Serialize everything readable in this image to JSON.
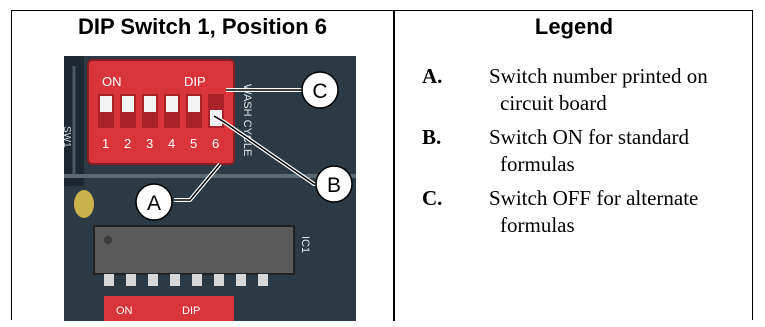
{
  "photo_title": "DIP Switch 1, Position 6",
  "legend_title": "Legend",
  "photo": {
    "switch_on_label": "ON",
    "switch_dip_label": "DIP",
    "switch_numbers": [
      "1",
      "2",
      "3",
      "4",
      "5",
      "6"
    ],
    "board_text": "WASH CYCLE",
    "switch_label_bottom": "SW1",
    "lower_on_label": "ON",
    "lower_dip_label": "DIP",
    "ic_label": "IC1",
    "callouts": [
      "A",
      "B",
      "C"
    ]
  },
  "legend": [
    {
      "letter": "A.",
      "line1": "Switch number printed on",
      "line2": "circuit board"
    },
    {
      "letter": "B.",
      "line1": "Switch ON for standard",
      "line2": "formulas"
    },
    {
      "letter": "C.",
      "line1": "Switch OFF for alternate",
      "line2": "formulas"
    }
  ]
}
